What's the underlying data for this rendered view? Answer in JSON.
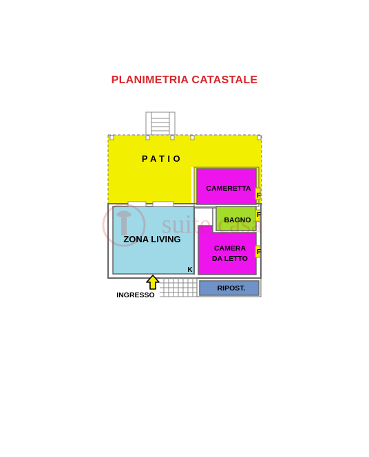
{
  "title": "PLANIMETRIA CATASTALE",
  "colors": {
    "title": "#d7262b",
    "patio": "#f3ef00",
    "living": "#9fd9e8",
    "bedroom": "#ee14ee",
    "bathroom": "#a3dc2a",
    "storage": "#6f93c8",
    "window_marker": "#f3ef00",
    "wall": "#6b6b6b"
  },
  "rooms": {
    "patio": "PATIO",
    "cameretta": "CAMERETTA",
    "bagno": "BAGNO",
    "zona_living": "ZONA LIVING",
    "camera_line1": "CAMERA",
    "camera_line2": "DA LETTO",
    "ripostiglio": "RIPOST.",
    "kitchen_mark": "K"
  },
  "markers": {
    "f1": "F",
    "f2": "F",
    "f3": "F"
  },
  "entrance": "INGRESSO",
  "watermark": {
    "brand": "suite casa"
  }
}
